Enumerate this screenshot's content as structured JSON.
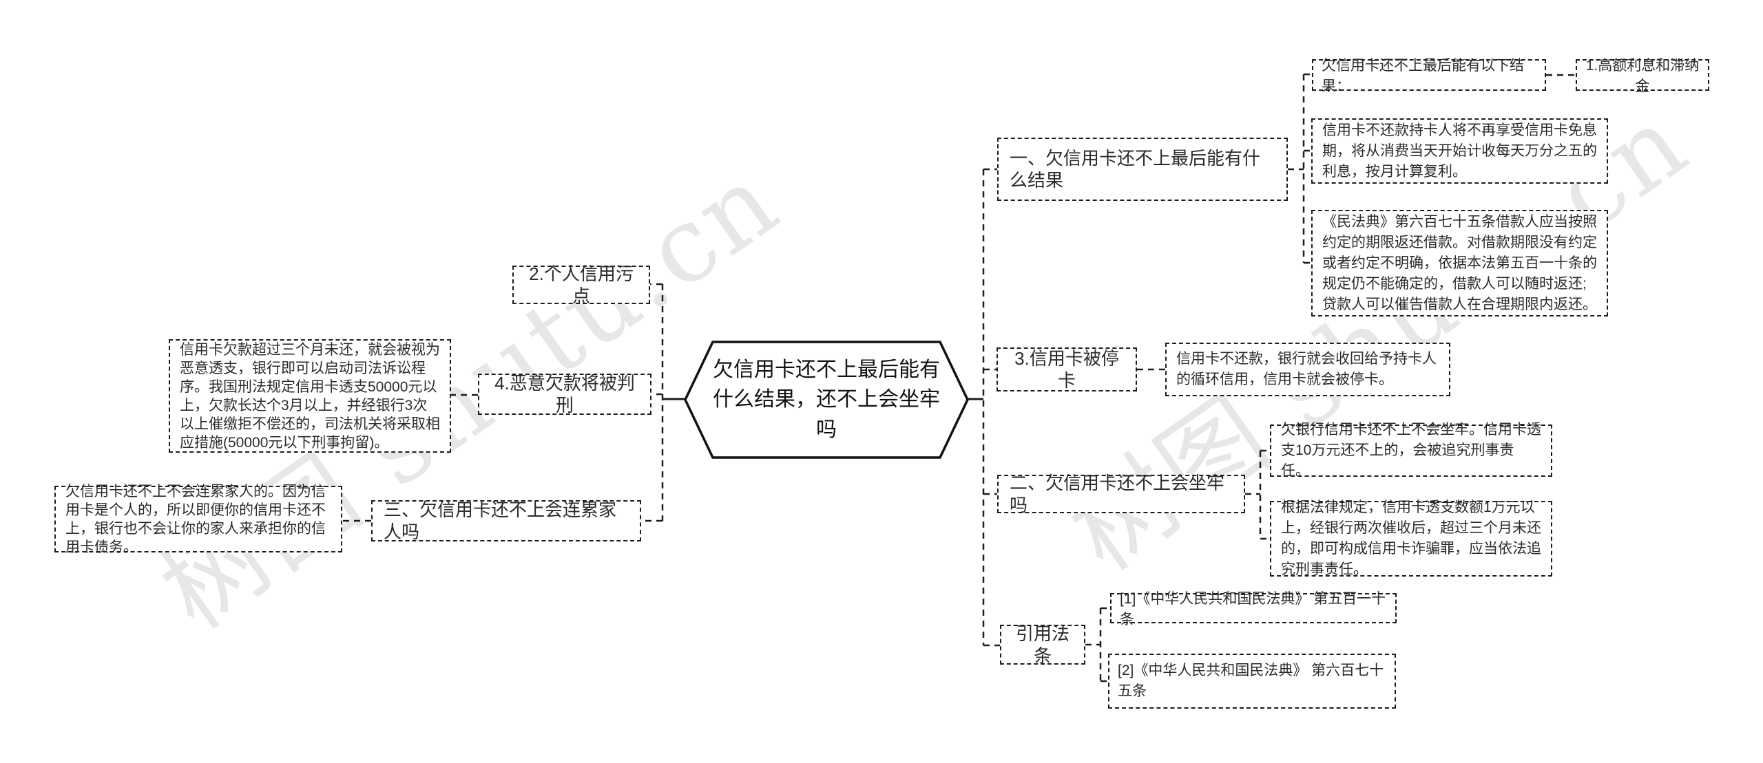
{
  "watermark": {
    "text": "树图 shutu.cn"
  },
  "colors": {
    "line": "#1d1d1d",
    "text": "#2b2b2b",
    "background": "#ffffff"
  },
  "root": {
    "label": "欠信用卡还不上最后能有什么结果，还不上会坐牢吗"
  },
  "left": {
    "credit_stain": {
      "label": "2.个人信用污点"
    },
    "malicious": {
      "label": "4.恶意欠款将被判刑",
      "detail": "信用卡欠款超过三个月未还，就会被视为恶意透支，银行即可以启动司法诉讼程序。我国刑法规定信用卡透支50000元以上，欠款长达个3月以上，并经银行3次以上催缴拒不偿还的，司法机关将采取相应措施(50000元以下刑事拘留)。"
    },
    "family": {
      "label": "三、欠信用卡还不上会连累家人吗",
      "detail": "欠信用卡还不上不会连累家人的。因为信用卡是个人的，所以即便你的信用卡还不上，银行也不会让你的家人来承担你的信用卡债务。"
    }
  },
  "right": {
    "section_one": {
      "label": "一、欠信用卡还不上最后能有什么结果",
      "header": "欠信用卡还不上最后能有以下结果：",
      "item1": "1.高额利息和滞纳金",
      "detail_interest": "信用卡不还款持卡人将不再享受信用卡免息期，将从消费当天开始计收每天万分之五的利息，按月计算复利。",
      "detail_civil_code": "《民法典》第六百七十五条借款人应当按照约定的期限返还借款。对借款期限没有约定或者约定不明确，依据本法第五百一十条的规定仍不能确定的，借款人可以随时返还;贷款人可以催告借款人在合理期限内返还。"
    },
    "card_stop": {
      "label": "3.信用卡被停卡",
      "detail": "信用卡不还款，银行就会收回给予持卡人的循环信用，信用卡就会被停卡。"
    },
    "section_two": {
      "label": "二、欠信用卡还不上会坐牢吗",
      "detail1": "欠银行信用卡还不上不会坐牢。信用卡透支10万元还不上的，会被追究刑事责任。",
      "detail2": "根据法律规定，信用卡透支数额1万元以上，经银行两次催收后，超过三个月未还的，即可构成信用卡诈骗罪，应当依法追究刑事责任。"
    },
    "citations": {
      "label": "引用法条",
      "item1": "[1]《中华人民共和国民法典》 第五百一十条",
      "item2": "[2]《中华人民共和国民法典》 第六百七十五条"
    }
  }
}
